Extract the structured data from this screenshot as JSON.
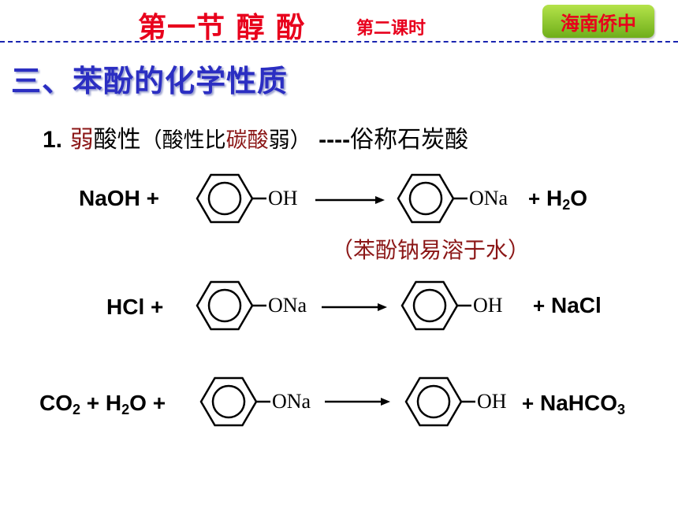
{
  "header": {
    "title": "第一节 醇 酚",
    "subtitle": "第二课时",
    "school_badge": "海南侨中"
  },
  "section": {
    "heading": "三、苯酚的化学性质"
  },
  "point1": {
    "number": "1.",
    "part_a": "弱",
    "part_b": "酸性",
    "paren_open": "（",
    "paren_text_a": "酸性比",
    "paren_text_b": "碳酸",
    "paren_text_c": "弱",
    "paren_close": "）",
    "dashes": "----",
    "nickname": "俗称石炭酸"
  },
  "reactions": [
    {
      "reactant": "NaOH +",
      "reactant_group": "OH",
      "product_group": "ONa",
      "product_plus": "+",
      "product_extra_main": "H",
      "product_extra_sub": "2",
      "product_extra_end": "O"
    },
    {
      "reactant": "HCl +",
      "reactant_group": "ONa",
      "product_group": "OH",
      "product_plus": "+",
      "product_extra": "NaCl"
    },
    {
      "reactant_a": "CO",
      "reactant_a_sub": "2",
      "reactant_b": " + H",
      "reactant_b_sub": "2",
      "reactant_c": "O +",
      "reactant_group": "ONa",
      "product_group": "OH",
      "product_plus": "+",
      "product_extra_main": "NaHCO",
      "product_extra_sub": "3"
    }
  ],
  "note": "（苯酚钠易溶于水）",
  "colors": {
    "title_red": "#e8001c",
    "heading_blue": "#2b2ec2",
    "accent_dark_red": "#8b1616",
    "badge_green": "#8cc832"
  }
}
